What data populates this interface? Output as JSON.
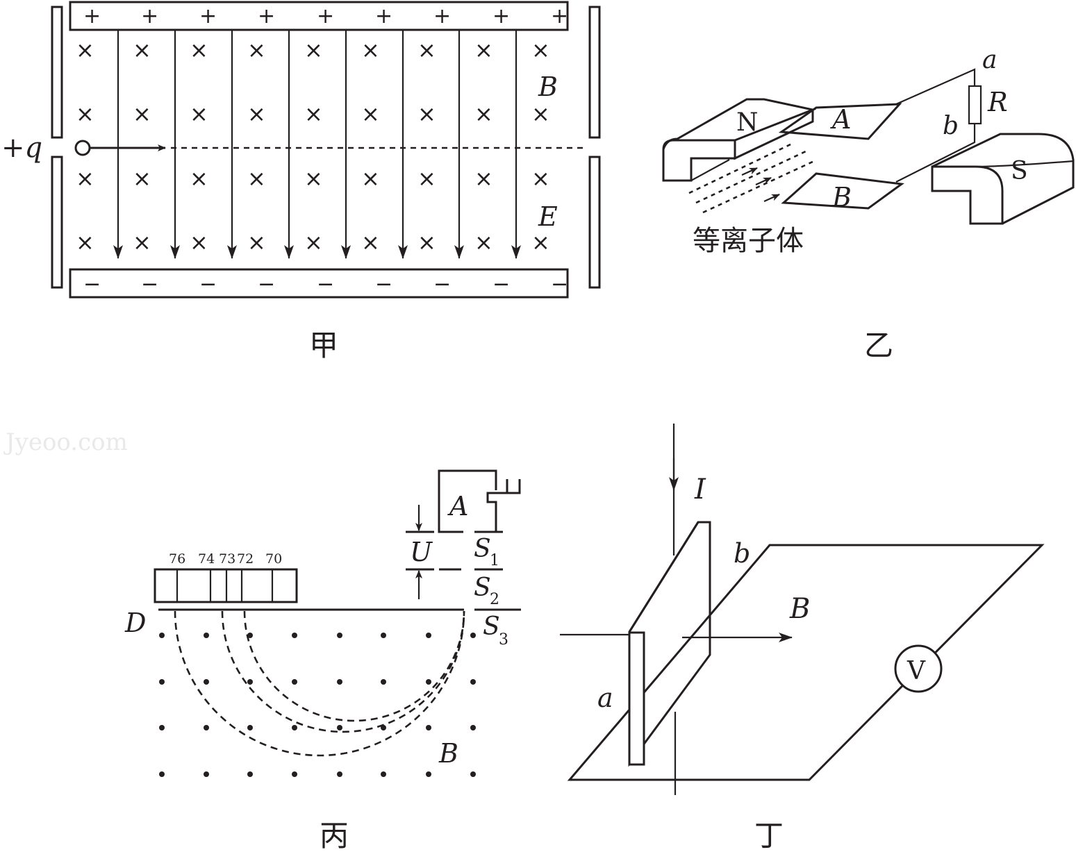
{
  "panels": {
    "jia": {
      "caption": "甲",
      "charge_label": "+q",
      "b_label": "B",
      "e_label": "E",
      "plus_sign": "+",
      "minus_sign": "−",
      "cross_sign": "×"
    },
    "yi": {
      "caption": "乙",
      "n_label": "N",
      "s_label": "S",
      "plate_a": "A",
      "plate_b": "B",
      "r_label": "R",
      "node_a": "a",
      "node_b": "b",
      "plasma_label": "等离子体"
    },
    "bing": {
      "caption": "丙",
      "numbers": [
        "76",
        "74",
        "73",
        "72",
        "70"
      ],
      "d_label": "D",
      "a_label": "A",
      "u_label": "U",
      "s_base": "S",
      "s_subs": [
        "1",
        "2",
        "3"
      ],
      "b_label": "B"
    },
    "ding": {
      "caption": "丁",
      "i_label": "I",
      "b_label": "B",
      "a_label": "a",
      "b_small": "b",
      "v_label": "V"
    }
  },
  "watermark": "Jyeoo.com"
}
